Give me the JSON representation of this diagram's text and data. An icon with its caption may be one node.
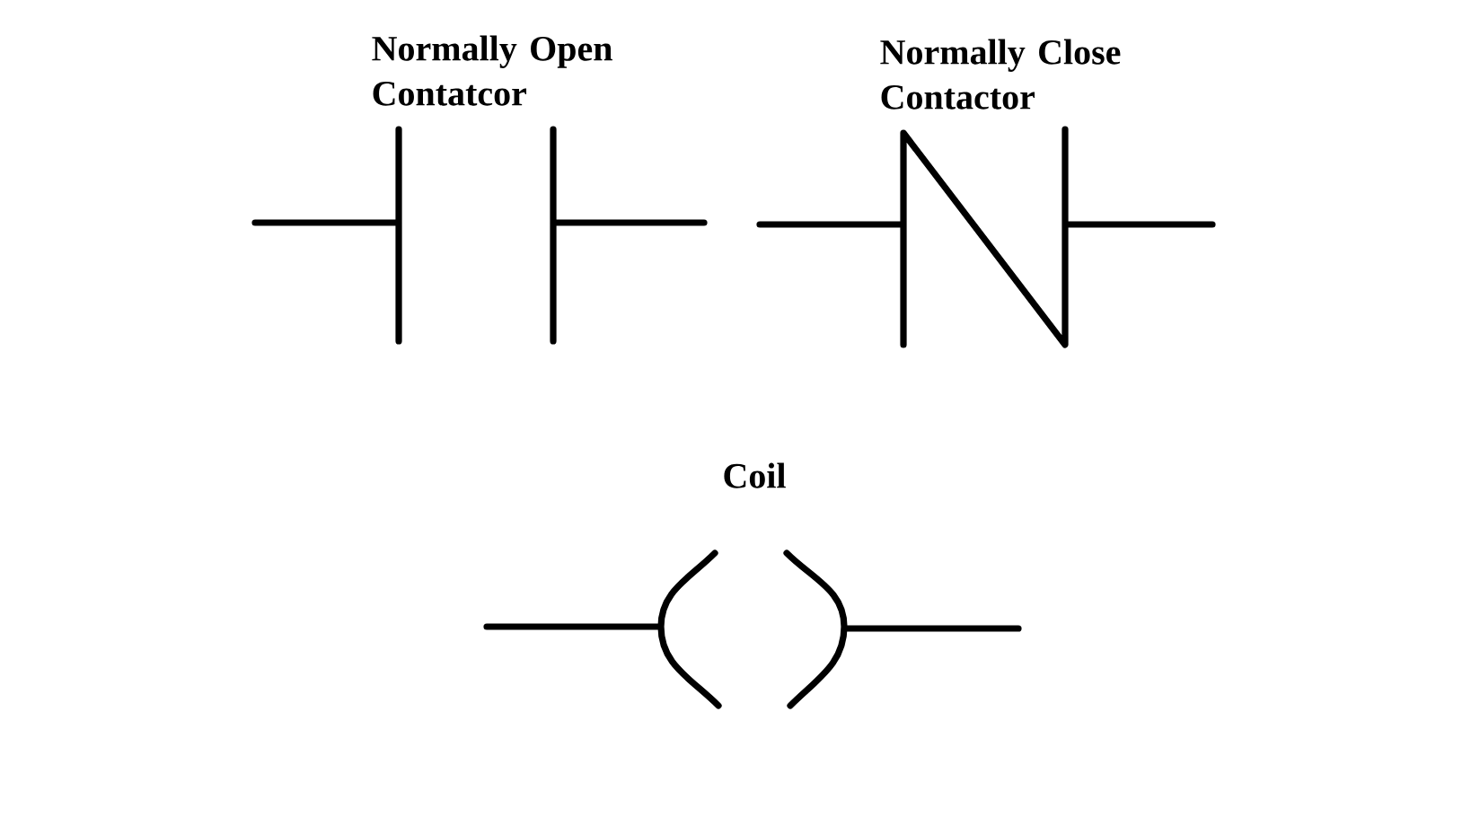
{
  "diagram": {
    "labels": [
      "Normally Open Contatcor",
      "Normally Close Contactor",
      "Coil"
    ]
  }
}
